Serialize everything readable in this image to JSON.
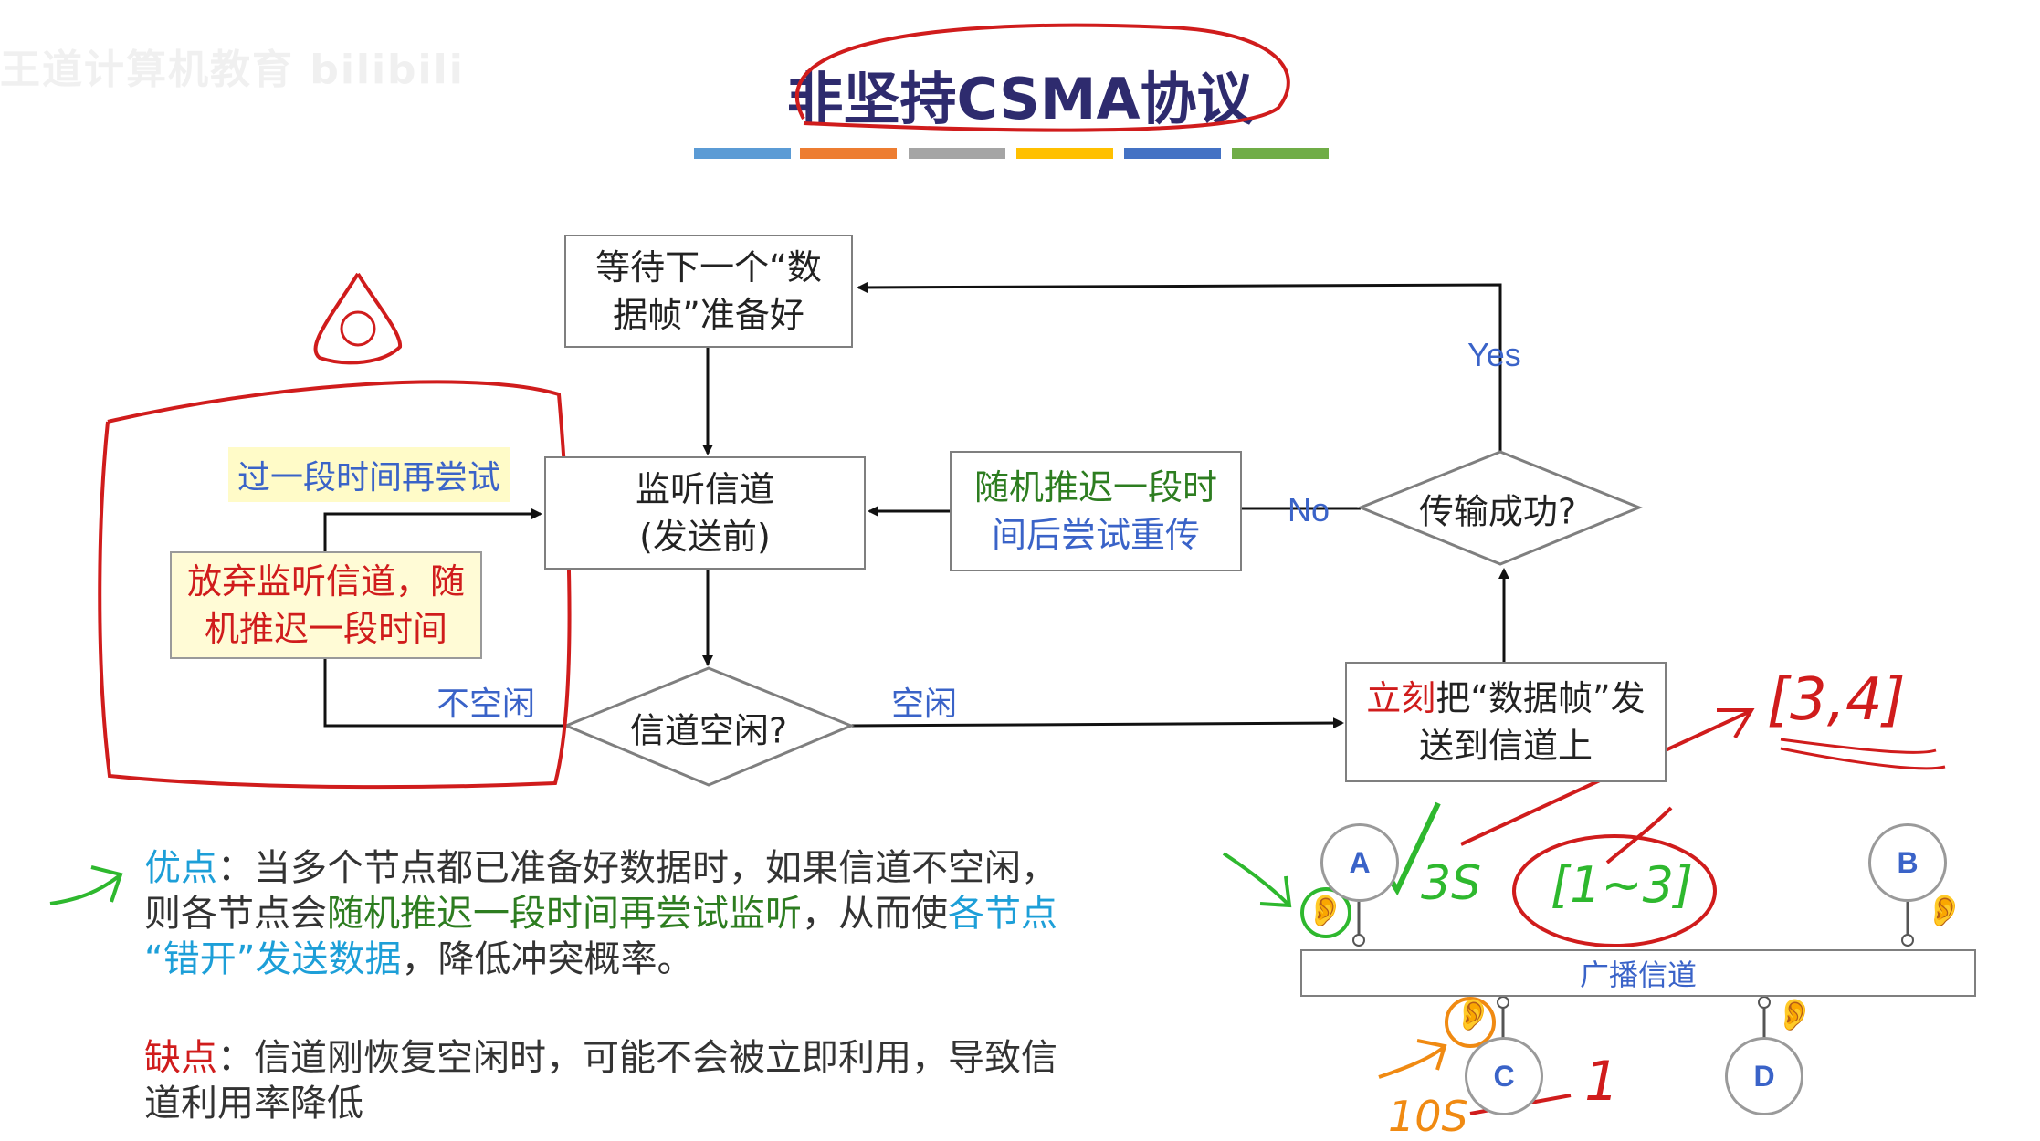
{
  "watermark": "王道计算机教育 bilibili",
  "title": "非坚持CSMA协议",
  "colorbar": [
    "#5b9bd5",
    "#ed7d31",
    "#a5a5a5",
    "#ffc000",
    "#4472c4",
    "#70ad47"
  ],
  "flow": {
    "wait_line1": "等待下一个“数",
    "wait_line2": "据帧”准备好",
    "listen_line1": "监听信道",
    "listen_line2": "(发送前)",
    "backoff_line1": "随机推迟一段时",
    "backoff_line2": "间后尝试重传",
    "success": "传输成功?",
    "idle": "信道空闲?",
    "send_prefix": "立刻",
    "send_line1_rest": "把“数据帧”发",
    "send_line2": "送到信道上",
    "giveup_line1": "放弃监听信道，随",
    "giveup_line2": "机推迟一段时间",
    "retry_note": "过一段时间再尝试",
    "yes": "Yes",
    "no": "No",
    "not_idle": "不空闲",
    "is_idle": "空闲"
  },
  "pros": {
    "head": "优点",
    "t1": "：当多个节点都已准备好数据时，如果信道不空闲，",
    "t2": "则各节点会",
    "h1": "随机推迟一段时间再尝试监听",
    "t3": "，从而使",
    "h2": "各节点",
    "h3": "“错开”发送数据",
    "t4": "，降低冲突概率。"
  },
  "cons": {
    "head": "缺点",
    "t1": "：信道刚恢复空闲时，可能不会被立即利用，导致信",
    "t2": "道利用率降低"
  },
  "network": {
    "bus_label": "广播信道",
    "nodes": [
      "A",
      "B",
      "C",
      "D"
    ]
  },
  "annotations": {
    "a_note": "3S",
    "range_13": "[1~3]",
    "range_34": "[3,4]",
    "c_note": "10S",
    "c_digit": "1"
  }
}
